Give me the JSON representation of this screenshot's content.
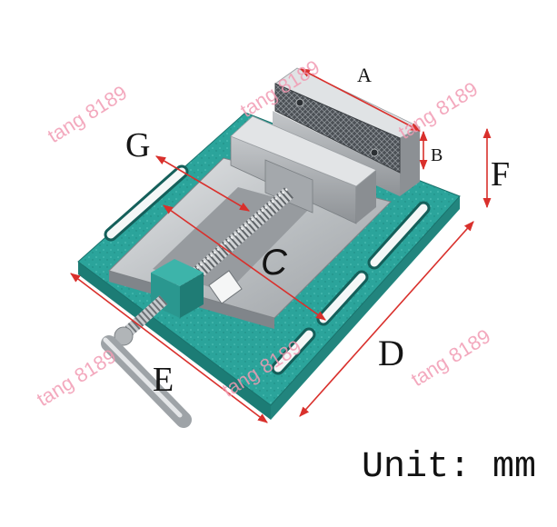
{
  "dimension_labels": {
    "a": "A",
    "b": "B",
    "c": "C",
    "d": "D",
    "e": "E",
    "f": "F",
    "g": "G"
  },
  "unit_note": "Unit: mm",
  "watermarks": [
    "tang 8189",
    "tang 8189",
    "tang 8189",
    "tang 8189",
    "tang 8189",
    "tang 8189"
  ],
  "colors": {
    "plate": "#2ba49b",
    "dimension": "#d9302c",
    "watermark": "#f29bb3"
  }
}
